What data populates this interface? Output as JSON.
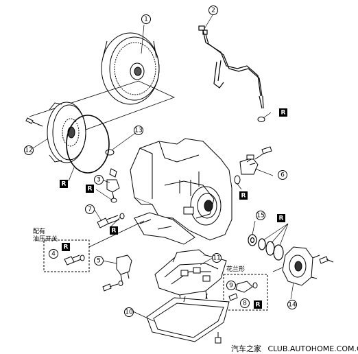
{
  "callouts": [
    "1",
    "2",
    "3",
    "4",
    "5",
    "6",
    "7",
    "8",
    "9",
    "10",
    "11",
    "12",
    "13",
    "14",
    "15"
  ],
  "replace_marker": "R",
  "notes": {
    "pressure_switch_line1": "配有",
    "pressure_switch_line2": "油压开关",
    "filter_type": "花兰形"
  },
  "watermark": {
    "site_name": "汽车之家",
    "url": "CLUB.AUTOHOME.COM.CN"
  },
  "colors": {
    "line": "#000000",
    "background": "#ffffff"
  }
}
